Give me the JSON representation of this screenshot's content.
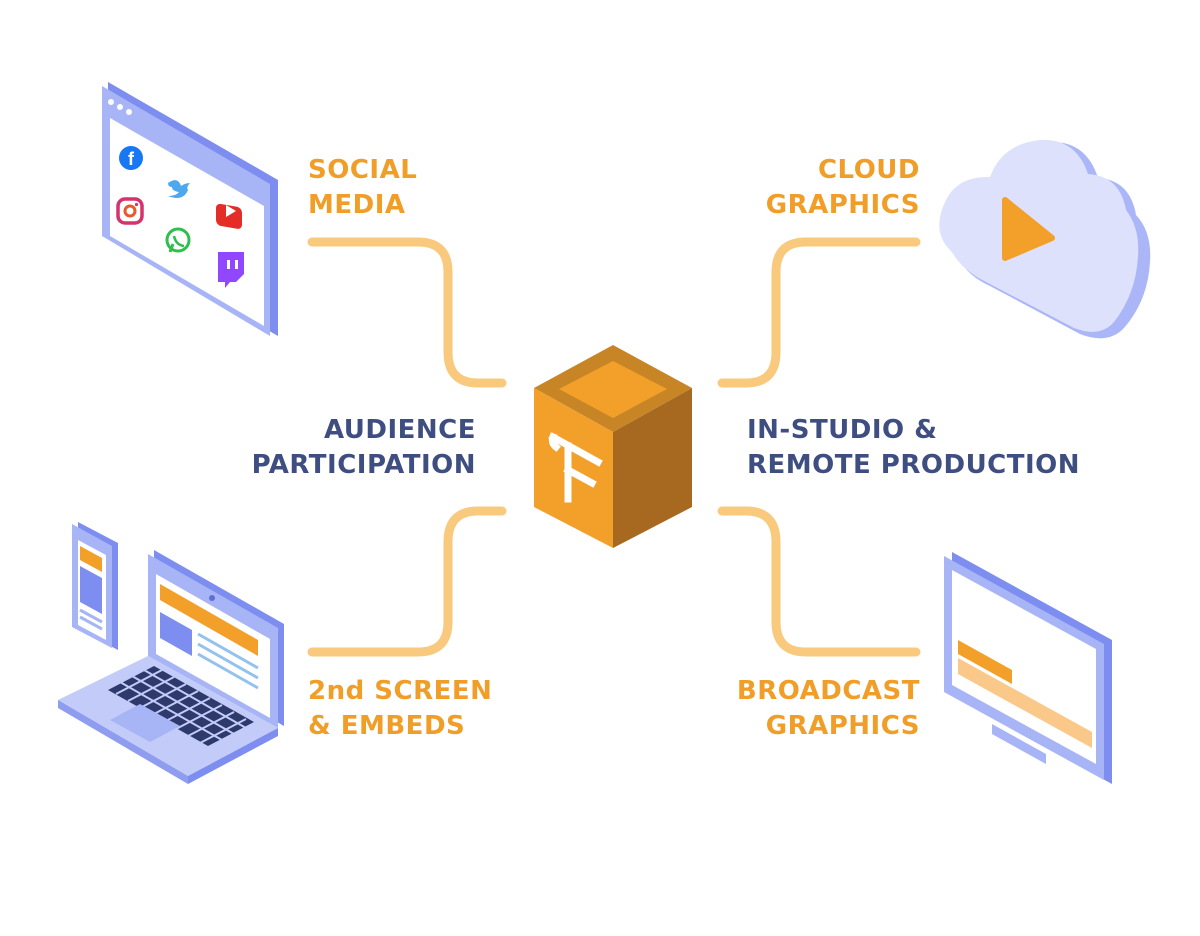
{
  "labels": {
    "social": {
      "line1": "SOCIAL",
      "line2": "MEDIA"
    },
    "cloud": {
      "line1": "CLOUD",
      "line2": "GRAPHICS"
    },
    "audience": {
      "line1": "AUDIENCE",
      "line2": "PARTICIPATION"
    },
    "studio": {
      "line1": "IN-STUDIO &",
      "line2": "REMOTE PRODUCTION"
    },
    "second_screen": {
      "line1": "2nd SCREEN",
      "line2": "& EMBEDS"
    },
    "broadcast": {
      "line1": "BROADCAST",
      "line2": "GRAPHICS"
    }
  },
  "hub": {
    "logo_letter": "F"
  },
  "colors": {
    "orange": "#f09e28",
    "navy": "#3e4e80",
    "connector": "#f9c97e",
    "device_blue": "#a7b4f5",
    "device_dark": "#7d8ef0"
  },
  "icons": {
    "browser": [
      "facebook-icon",
      "twitter-icon",
      "instagram-icon",
      "whatsapp-icon",
      "youtube-icon",
      "twitch-icon"
    ],
    "cloud": "play-icon",
    "devices": [
      "phone-icon",
      "laptop-icon"
    ],
    "monitor": "monitor-icon"
  }
}
